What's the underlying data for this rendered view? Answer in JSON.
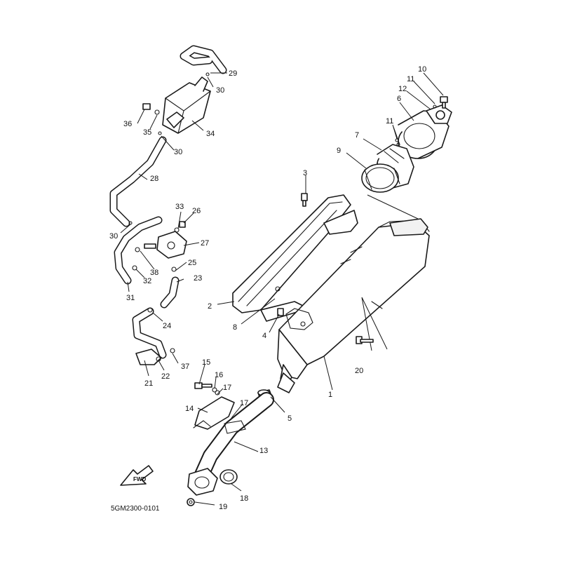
{
  "diagram_code": "5GM2300-0101",
  "fwd_label": "FWD",
  "callouts": [
    {
      "id": "c1",
      "label": "1"
    },
    {
      "id": "c2",
      "label": "2"
    },
    {
      "id": "c3",
      "label": "3"
    },
    {
      "id": "c4",
      "label": "4"
    },
    {
      "id": "c5",
      "label": "5"
    },
    {
      "id": "c6",
      "label": "6"
    },
    {
      "id": "c7",
      "label": "7"
    },
    {
      "id": "c8",
      "label": "8"
    },
    {
      "id": "c9",
      "label": "9"
    },
    {
      "id": "c10",
      "label": "10"
    },
    {
      "id": "c11a",
      "label": "11"
    },
    {
      "id": "c11b",
      "label": "11"
    },
    {
      "id": "c12",
      "label": "12"
    },
    {
      "id": "c13",
      "label": "13"
    },
    {
      "id": "c14",
      "label": "14"
    },
    {
      "id": "c15",
      "label": "15"
    },
    {
      "id": "c16",
      "label": "16"
    },
    {
      "id": "c17a",
      "label": "17"
    },
    {
      "id": "c17b",
      "label": "17"
    },
    {
      "id": "c18",
      "label": "18"
    },
    {
      "id": "c19",
      "label": "19"
    },
    {
      "id": "c20",
      "label": "20"
    },
    {
      "id": "c21",
      "label": "21"
    },
    {
      "id": "c22",
      "label": "22"
    },
    {
      "id": "c23",
      "label": "23"
    },
    {
      "id": "c24",
      "label": "24"
    },
    {
      "id": "c25",
      "label": "25"
    },
    {
      "id": "c26",
      "label": "26"
    },
    {
      "id": "c27",
      "label": "27"
    },
    {
      "id": "c28",
      "label": "28"
    },
    {
      "id": "c29",
      "label": "29"
    },
    {
      "id": "c30a",
      "label": "30"
    },
    {
      "id": "c30b",
      "label": "30"
    },
    {
      "id": "c30c",
      "label": "30"
    },
    {
      "id": "c31",
      "label": "31"
    },
    {
      "id": "c32",
      "label": "32"
    },
    {
      "id": "c33",
      "label": "33"
    },
    {
      "id": "c34",
      "label": "34"
    },
    {
      "id": "c35",
      "label": "35"
    },
    {
      "id": "c36",
      "label": "36"
    },
    {
      "id": "c37",
      "label": "37"
    },
    {
      "id": "c38",
      "label": "38"
    }
  ]
}
